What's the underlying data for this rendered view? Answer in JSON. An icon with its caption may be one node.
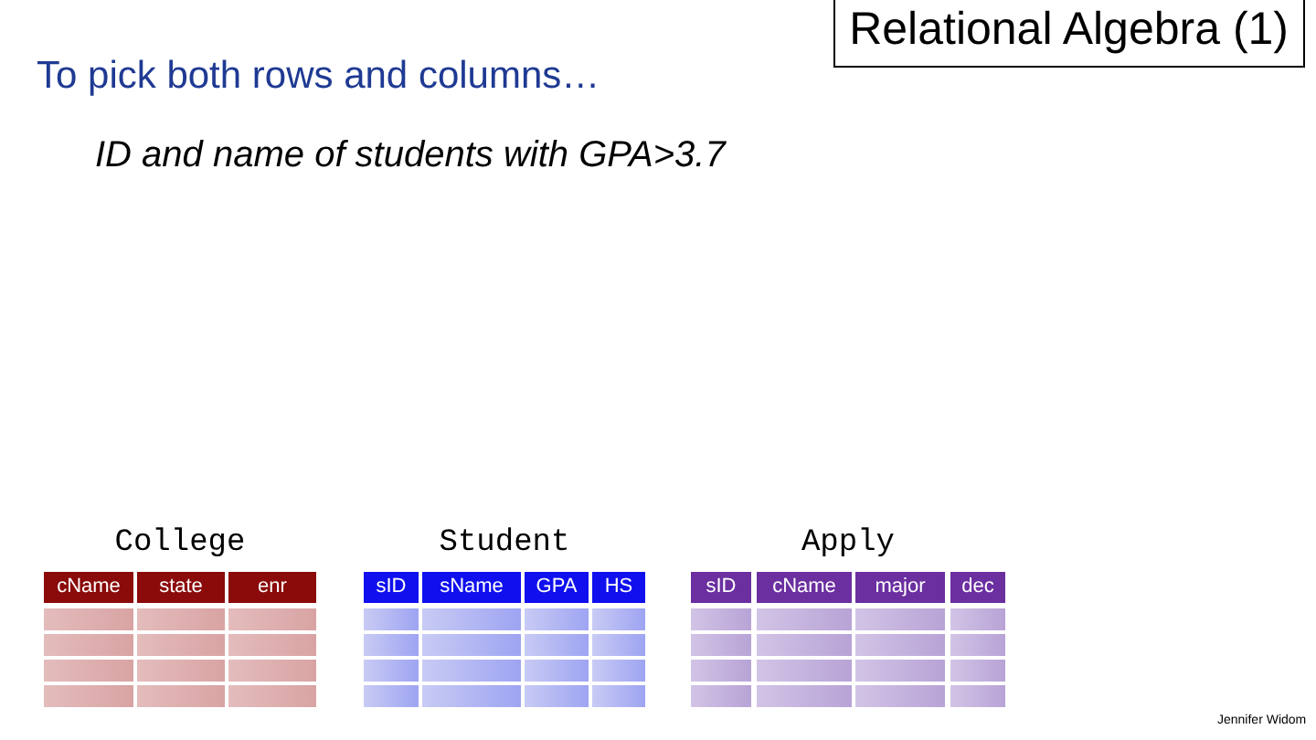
{
  "diagram": {
    "title": "Relational Algebra (1)",
    "nodes": [
      {
        "text": [
          "College",
          "cName",
          "state",
          "enr"
        ]
      },
      {
        "text": [
          "Student",
          "sID",
          "sName",
          "GPA",
          "HS"
        ]
      },
      {
        "text": [
          "Apply",
          "sID",
          "cName",
          "major",
          "dec"
        ]
      }
    ],
    "labels": [
      "To pick both rows and columns…",
      "ID and name of students with GPA>3.7",
      "Jennifer Widom"
    ]
  }
}
